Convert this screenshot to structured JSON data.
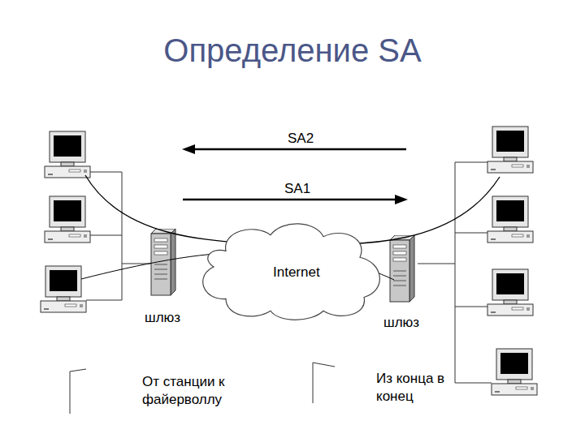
{
  "diagram": {
    "title": "Определение SA",
    "nodes": [
      {
        "text": [
          "шлюз"
        ]
      },
      {
        "text": [
          "Internet"
        ]
      },
      {
        "text": [
          "шлюз"
        ]
      }
    ],
    "labels": [
      "SA2",
      "SA1",
      "От станции к файерволлу",
      "Из конца в конец"
    ]
  }
}
